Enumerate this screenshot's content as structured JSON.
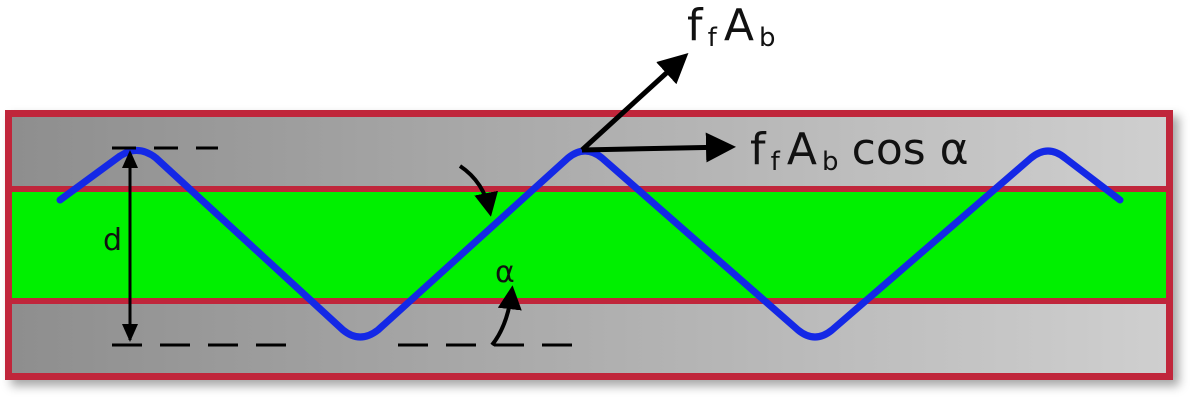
{
  "diagram": {
    "labels": {
      "force_main": "f",
      "force_main_sub1": "f",
      "force_main_A": "A",
      "force_main_sub2": "b",
      "force_horiz": "f",
      "force_horiz_sub1": "f",
      "force_horiz_A": "A",
      "force_horiz_sub2": "b",
      "force_horiz_cos": "cos α",
      "depth": "d",
      "angle": "α"
    },
    "colors": {
      "outer_border": "#c0283a",
      "gray_light": "#c8c8c8",
      "gray_dark": "#8e8e8e",
      "core_fill": "#00f000",
      "wave": "#1428e6",
      "arrows": "#000000"
    }
  }
}
